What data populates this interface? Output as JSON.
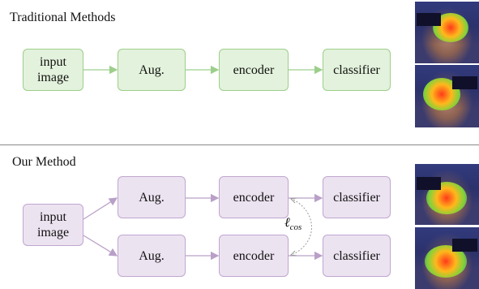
{
  "top": {
    "title": "Traditional Methods",
    "input_line1": "input",
    "input_line2": "image",
    "aug": "Aug.",
    "encoder": "encoder",
    "classifier": "classifier"
  },
  "bottom": {
    "title": "Our Method",
    "input_line1": "input",
    "input_line2": "image",
    "aug_top": "Aug.",
    "aug_bottom": "Aug.",
    "encoder_top": "encoder",
    "encoder_bottom": "encoder",
    "classifier_top": "classifier",
    "classifier_bottom": "classifier",
    "loss_symbol": "ℓ",
    "loss_subscript": "cos"
  },
  "colors": {
    "green_fill": "#e3f2dc",
    "green_border": "#9ccf8a",
    "purple_fill": "#ece3f1",
    "purple_border": "#c0a6cf",
    "arrow_green": "#9ccf8a",
    "arrow_purple": "#b9a0c8"
  },
  "icons": [
    "heatmap-face-image"
  ]
}
